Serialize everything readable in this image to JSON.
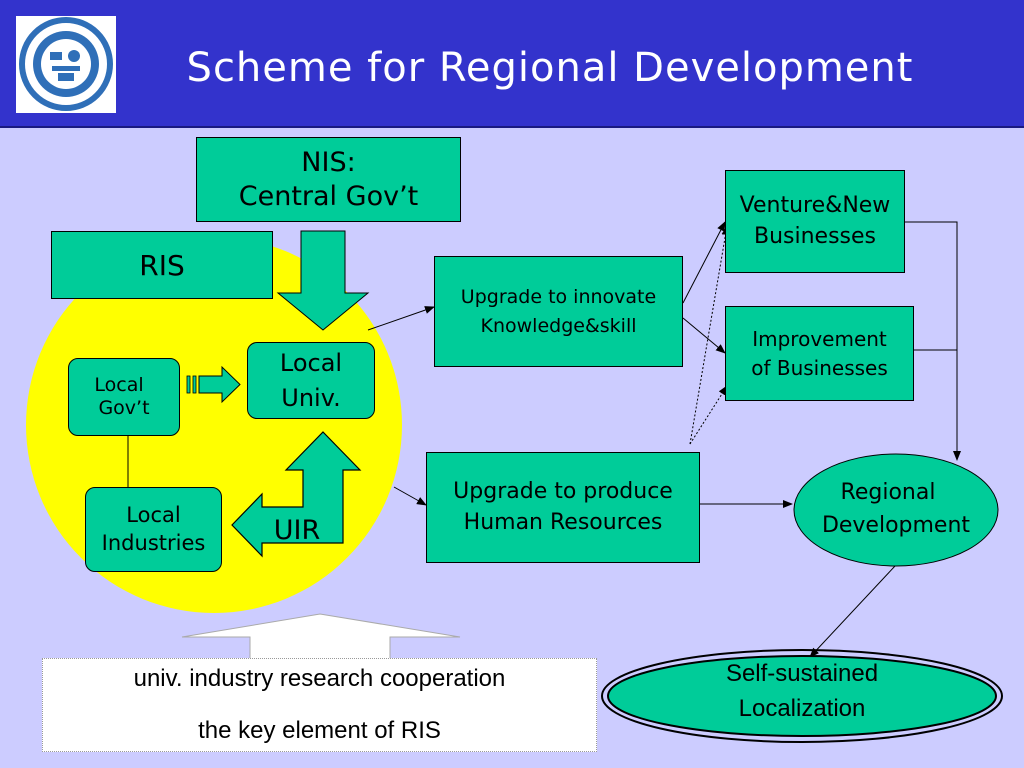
{
  "header": {
    "title": "Scheme for Regional Development"
  },
  "colors": {
    "background": "#ccccff",
    "header": "#3333cc",
    "box_fill": "#00cc99",
    "circle_fill": "#ffff00"
  },
  "logo": {
    "icon": "university-seal-logo"
  },
  "nodes": {
    "nis": {
      "line1": "NIS:",
      "line2": "Central Gov’t"
    },
    "ris": {
      "label": "RIS"
    },
    "local_govt": {
      "line1": "Local",
      "line2": "Gov’t"
    },
    "local_univ": {
      "line1": "Local",
      "line2": "Univ."
    },
    "local_industries": {
      "line1": "Local",
      "line2": "Industries"
    },
    "uir": {
      "label": "UIR"
    },
    "upgrade_innovate": {
      "line1": "Upgrade to innovate",
      "line2": "Knowledge&skill"
    },
    "upgrade_produce": {
      "line1": "Upgrade to produce",
      "line2": "Human Resources"
    },
    "venture": {
      "line1": "Venture&New",
      "line2": "Businesses"
    },
    "improvement": {
      "line1": "Improvement",
      "line2": "of Businesses"
    },
    "regional_dev": {
      "line1": "Regional",
      "line2": "Development"
    },
    "self_sustained": {
      "line1": "Self-sustained",
      "line2": "Localization"
    }
  },
  "callout": {
    "line1": "univ. industry research cooperation",
    "line2": "the key element of RIS"
  }
}
